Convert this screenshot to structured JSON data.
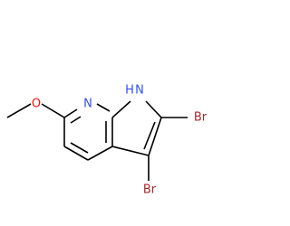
{
  "molecule": {
    "labels": {
      "methyl_o": "O",
      "pyridine_n": "N",
      "pyrrole_nh": "H",
      "pyrrole_n": "N",
      "br_2": "Br",
      "br_3": "Br"
    }
  },
  "colors": {
    "bond": "#000000",
    "oxygen": "#ff0d0d",
    "nitrogen": "#3050f8",
    "bromine": "#a62929",
    "background": "#ffffff"
  }
}
